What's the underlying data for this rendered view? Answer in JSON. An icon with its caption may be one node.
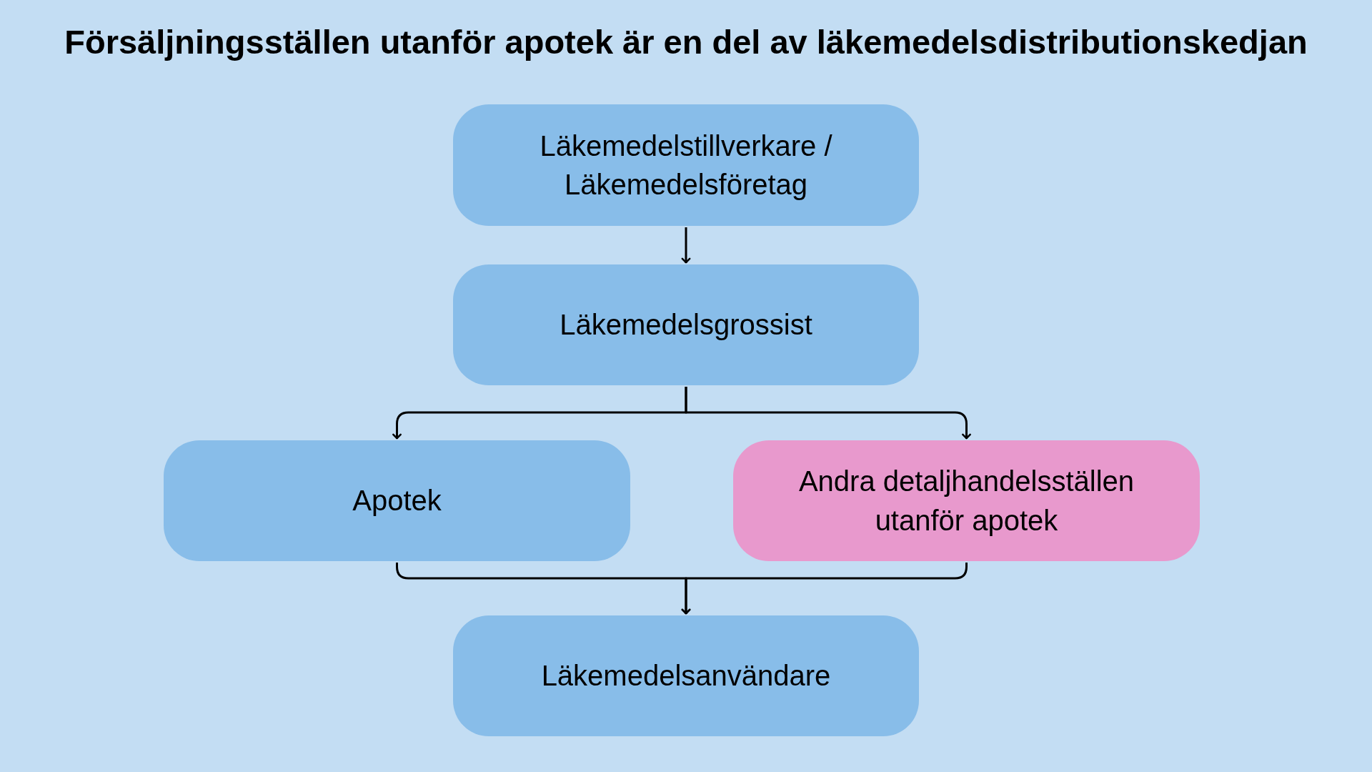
{
  "diagram": {
    "title": "Försäljningsställen utanför apotek är en del av läkemedelsdistributionskedjan",
    "nodes": [
      {
        "text": [
          "Läkemedelstillverkare / Läkemedelsföretag"
        ]
      },
      {
        "text": [
          "Läkemedelsgrossist"
        ]
      },
      {
        "text": [
          "Apotek"
        ]
      },
      {
        "text": [
          "Andra detaljhandelsställen utanför apotek"
        ]
      },
      {
        "text": [
          "Läkemedelsanvändare"
        ]
      }
    ],
    "edges": [
      {
        "from": 0,
        "to": 1,
        "arrow": "to"
      },
      {
        "from": 1,
        "to": 2,
        "arrow": "to"
      },
      {
        "from": 1,
        "to": 3,
        "arrow": "to"
      },
      {
        "from": 2,
        "to": 4,
        "arrow": "to"
      },
      {
        "from": 3,
        "to": 4,
        "arrow": "to"
      }
    ]
  }
}
